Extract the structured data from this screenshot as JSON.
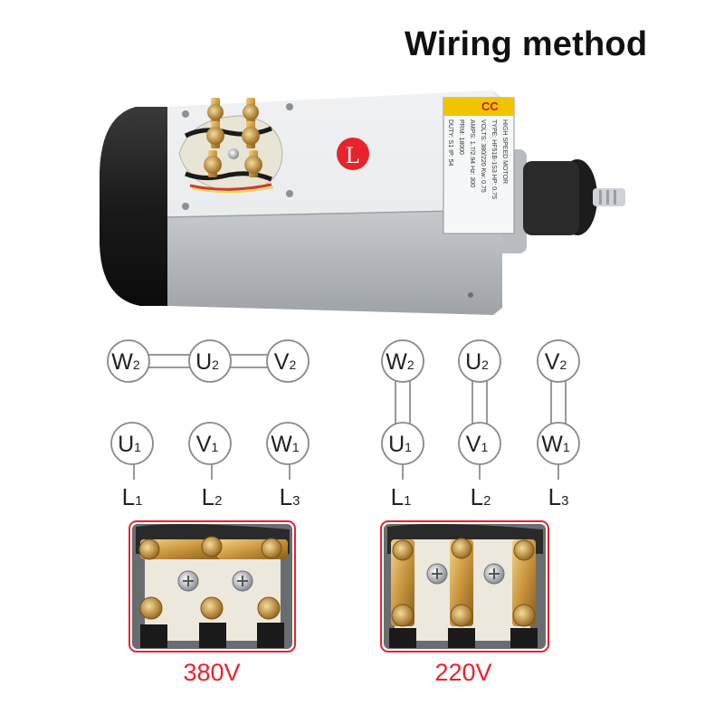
{
  "title": "Wiring method",
  "motor": {
    "brand": "CC",
    "plate_lines": [
      "HIGH SPEED MOTOR",
      "TYPE: HF51B-1S3  HP: 0.75",
      "VOLTS: 380/220  Kw: 0.75",
      "AMPS: 1.7/2.94  Hz: 300",
      "PRM: 18000",
      "DUTY: S1  IP: 54"
    ],
    "badge_letter": "L"
  },
  "nodes": {
    "w2": {
      "main": "W",
      "sub": "2"
    },
    "u2": {
      "main": "U",
      "sub": "2"
    },
    "v2": {
      "main": "V",
      "sub": "2"
    },
    "u1": {
      "main": "U",
      "sub": "1"
    },
    "v1": {
      "main": "V",
      "sub": "1"
    },
    "w1": {
      "main": "W",
      "sub": "1"
    }
  },
  "lines": {
    "l1": {
      "main": "L",
      "sub": "1"
    },
    "l2": {
      "main": "L",
      "sub": "2"
    },
    "l3": {
      "main": "L",
      "sub": "3"
    }
  },
  "voltages": {
    "left": "380V",
    "right": "220V"
  },
  "colors": {
    "accent_red": "#e8232e",
    "photo_border": "#e8232e",
    "brass": "#c9953d"
  }
}
